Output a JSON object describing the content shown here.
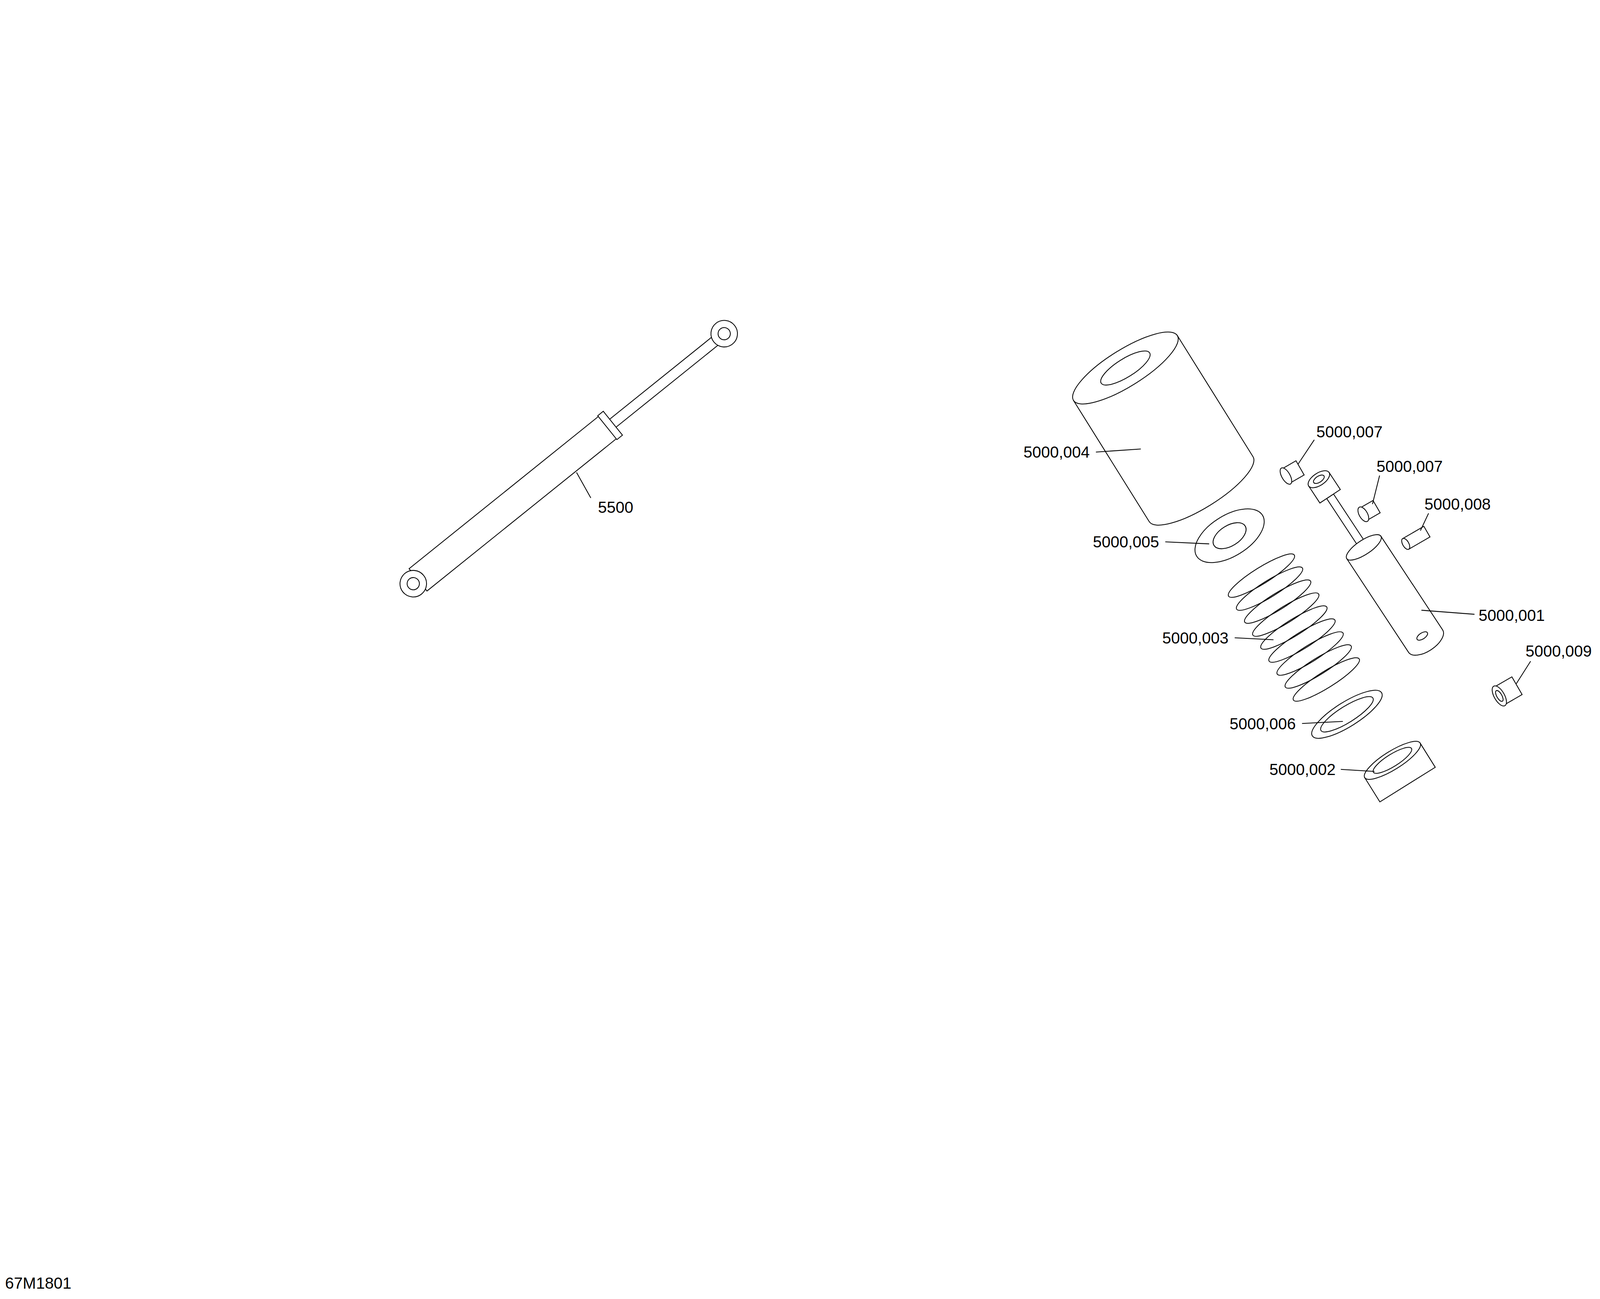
{
  "diagram": {
    "labels": [
      "5500",
      "5000,004",
      "5000,007",
      "5000,007",
      "5000,008",
      "5000,005",
      "5000,001",
      "5000,003",
      "5000,009",
      "5000,006",
      "5000,002",
      "67M1801"
    ]
  }
}
